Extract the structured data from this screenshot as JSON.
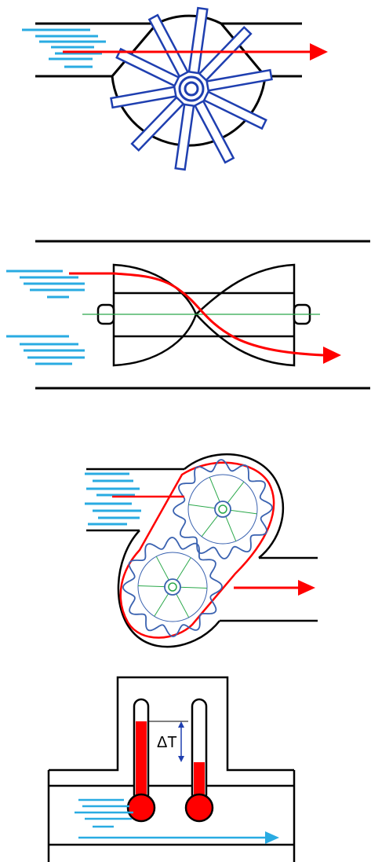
{
  "colors": {
    "outline": "#000000",
    "flow_lines": "#29abe2",
    "flow_arrow": "#ff0000",
    "rotor": "#1f3fb0",
    "gear": "#3a62b0",
    "gear_axis": "#2aa84a",
    "screw_axis": "#2aa84a",
    "thermo_fill": "#ff0000",
    "background": "#ffffff"
  },
  "diagrams": [
    {
      "id": "turbine-flowmeter",
      "description_icon": "paddle-wheel-icon"
    },
    {
      "id": "helical-screw-flowmeter",
      "description_icon": "screw-rotor-icon"
    },
    {
      "id": "oval-gear-flowmeter",
      "description_icon": "gear-icon"
    },
    {
      "id": "thermal-flowmeter",
      "description_icon": "thermometer-icon"
    }
  ],
  "thermal": {
    "delta_label": "ΔT"
  }
}
